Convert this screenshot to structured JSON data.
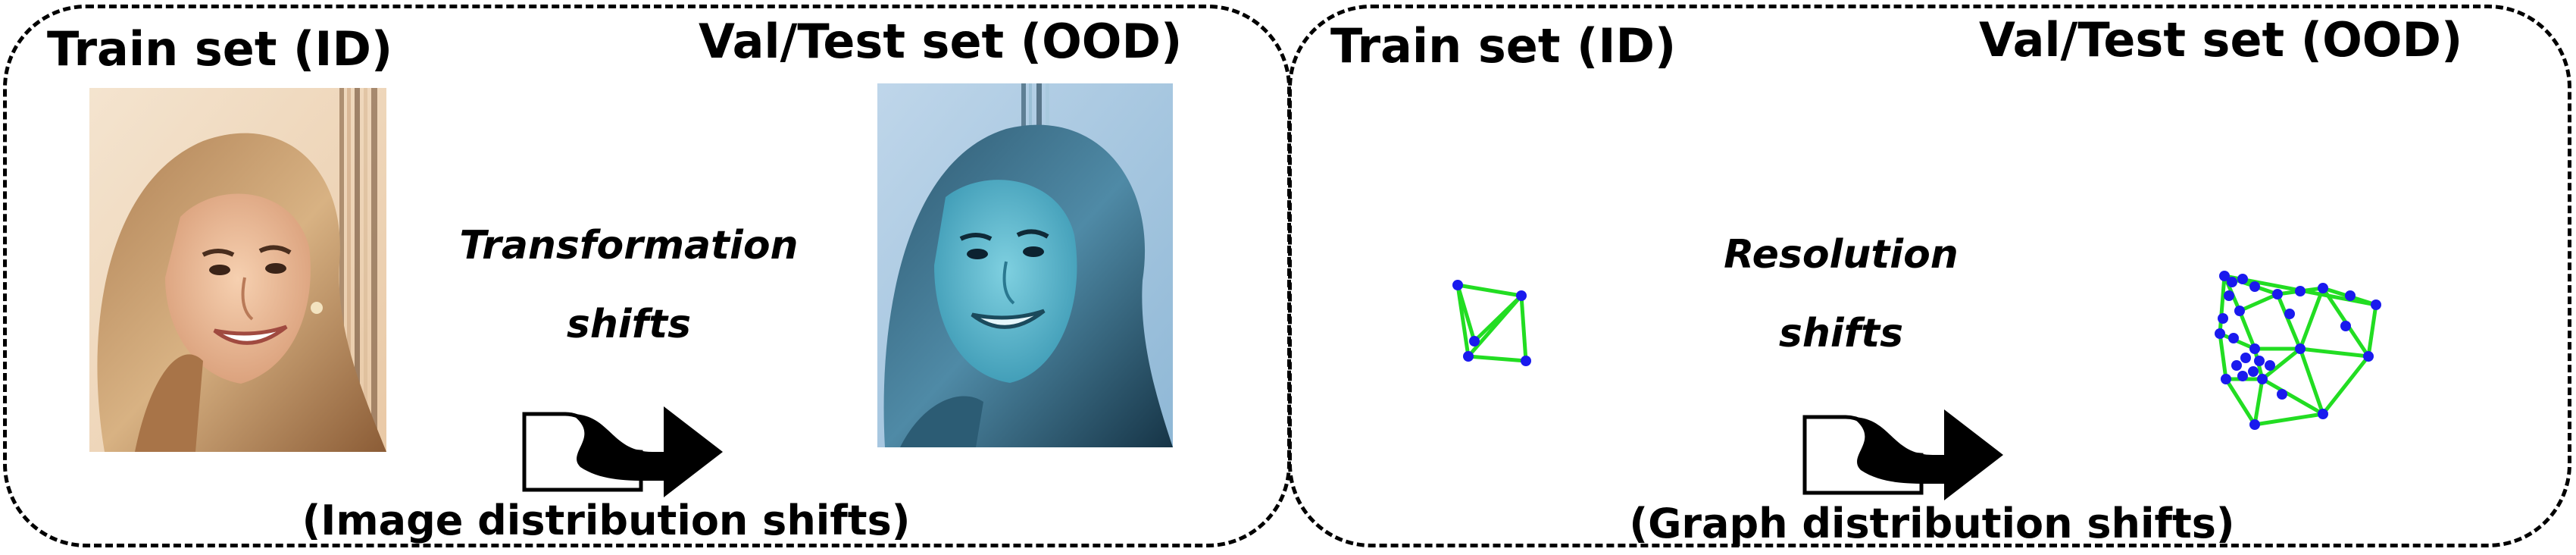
{
  "panels": [
    {
      "train_title": "Train set (ID)",
      "test_title": "Val/Test set (OOD)",
      "shift_line1": "Transformation",
      "shift_line2": "shifts",
      "caption": "(Image distribution shifts)"
    },
    {
      "train_title": "Train set (ID)",
      "test_title": "Val/Test set (OOD)",
      "shift_line1": "Resolution",
      "shift_line2": "shifts",
      "caption": "(Graph distribution shifts)"
    }
  ],
  "colors": {
    "graph_edge": "#22dd22",
    "graph_node": "#1a1aee",
    "border": "#000000"
  }
}
